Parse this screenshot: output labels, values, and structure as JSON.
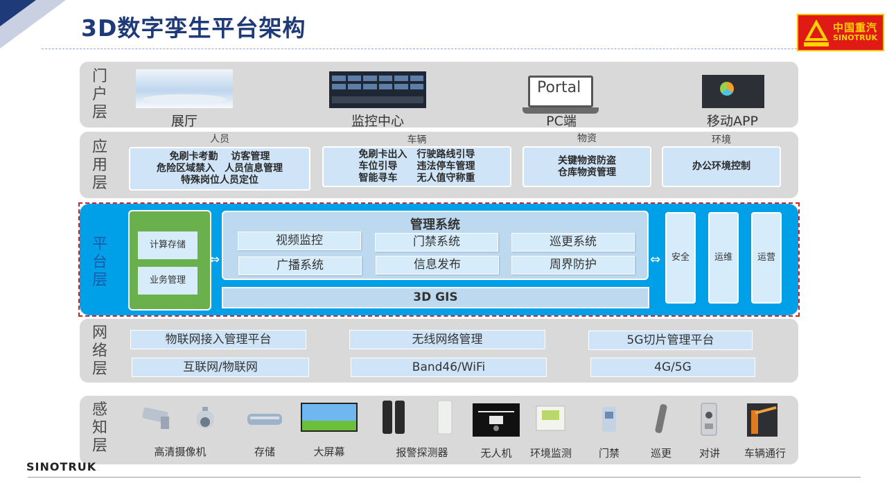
{
  "title": "3D数字孪生平台架构",
  "logo": {
    "cn": "中国重汽",
    "en": "SINOTRUK"
  },
  "footer_brand": "SINOTRUK",
  "colors": {
    "title": "#1f3a78",
    "platform": "#00a0e9",
    "compute_panel": "#6ab04c",
    "dash_border": "#c0262b",
    "layer_bg": "#d9d9d9"
  },
  "layers": {
    "portal": {
      "name": "门户层",
      "items": [
        {
          "label": "展厅",
          "icon": "exhibition-hall-image"
        },
        {
          "label": "监控中心",
          "icon": "monitoring-center-image"
        },
        {
          "label": "PC端",
          "screen_text": "Portal",
          "icon": "laptop-icon"
        },
        {
          "label": "移动APP",
          "icon": "mobile-app-image"
        }
      ]
    },
    "application": {
      "name": "应用层",
      "groups": [
        {
          "category": "人员",
          "lines": [
            "免刷卡考勤　  访客管理",
            "危险区域禁入　人员信息管理",
            "特殊岗位人员定位"
          ]
        },
        {
          "category": "车辆",
          "lines": [
            "免刷卡出入　行驶路线引导",
            "车位引导　　违法停车管理",
            "智能寻车　　无人值守称重"
          ]
        },
        {
          "category": "物资",
          "lines": [
            "关键物资防盗",
            "仓库物资管理"
          ]
        },
        {
          "category": "环境",
          "lines": [
            "办公环境控制"
          ]
        }
      ]
    },
    "platform": {
      "name": "平台层",
      "left_boxes": [
        "计算存储",
        "业务管理"
      ],
      "management_title": "管理系统",
      "modules": [
        "视频监控",
        "门禁系统",
        "巡更系统",
        "广播系统",
        "信息发布",
        "周界防护"
      ],
      "gis": "3D GIS",
      "arrow": "⇔",
      "side_boxes": [
        "安全",
        "运维",
        "运营"
      ]
    },
    "network": {
      "name": "网络层",
      "row1": [
        "物联网接入管理平台",
        "无线网络管理",
        "5G切片管理平台"
      ],
      "row2": [
        "互联网/物联网",
        "Band46/WiFi",
        "4G/5G"
      ]
    },
    "sensing": {
      "name": "感知层",
      "devices": [
        {
          "label": "高清摄像机",
          "icon": "camera-icon"
        },
        {
          "label": "存储",
          "icon": "storage-icon"
        },
        {
          "label": "大屏幕",
          "icon": "big-screen-icon"
        },
        {
          "label": "报警探测器",
          "icon": "alarm-detector-icon"
        },
        {
          "label": "无人机",
          "icon": "drone-icon"
        },
        {
          "label": "环境监测",
          "icon": "environment-monitor-icon"
        },
        {
          "label": "门禁",
          "icon": "access-control-icon"
        },
        {
          "label": "巡更",
          "icon": "patrol-icon"
        },
        {
          "label": "对讲",
          "icon": "intercom-icon"
        },
        {
          "label": "车辆通行",
          "icon": "vehicle-barrier-icon"
        }
      ]
    }
  }
}
